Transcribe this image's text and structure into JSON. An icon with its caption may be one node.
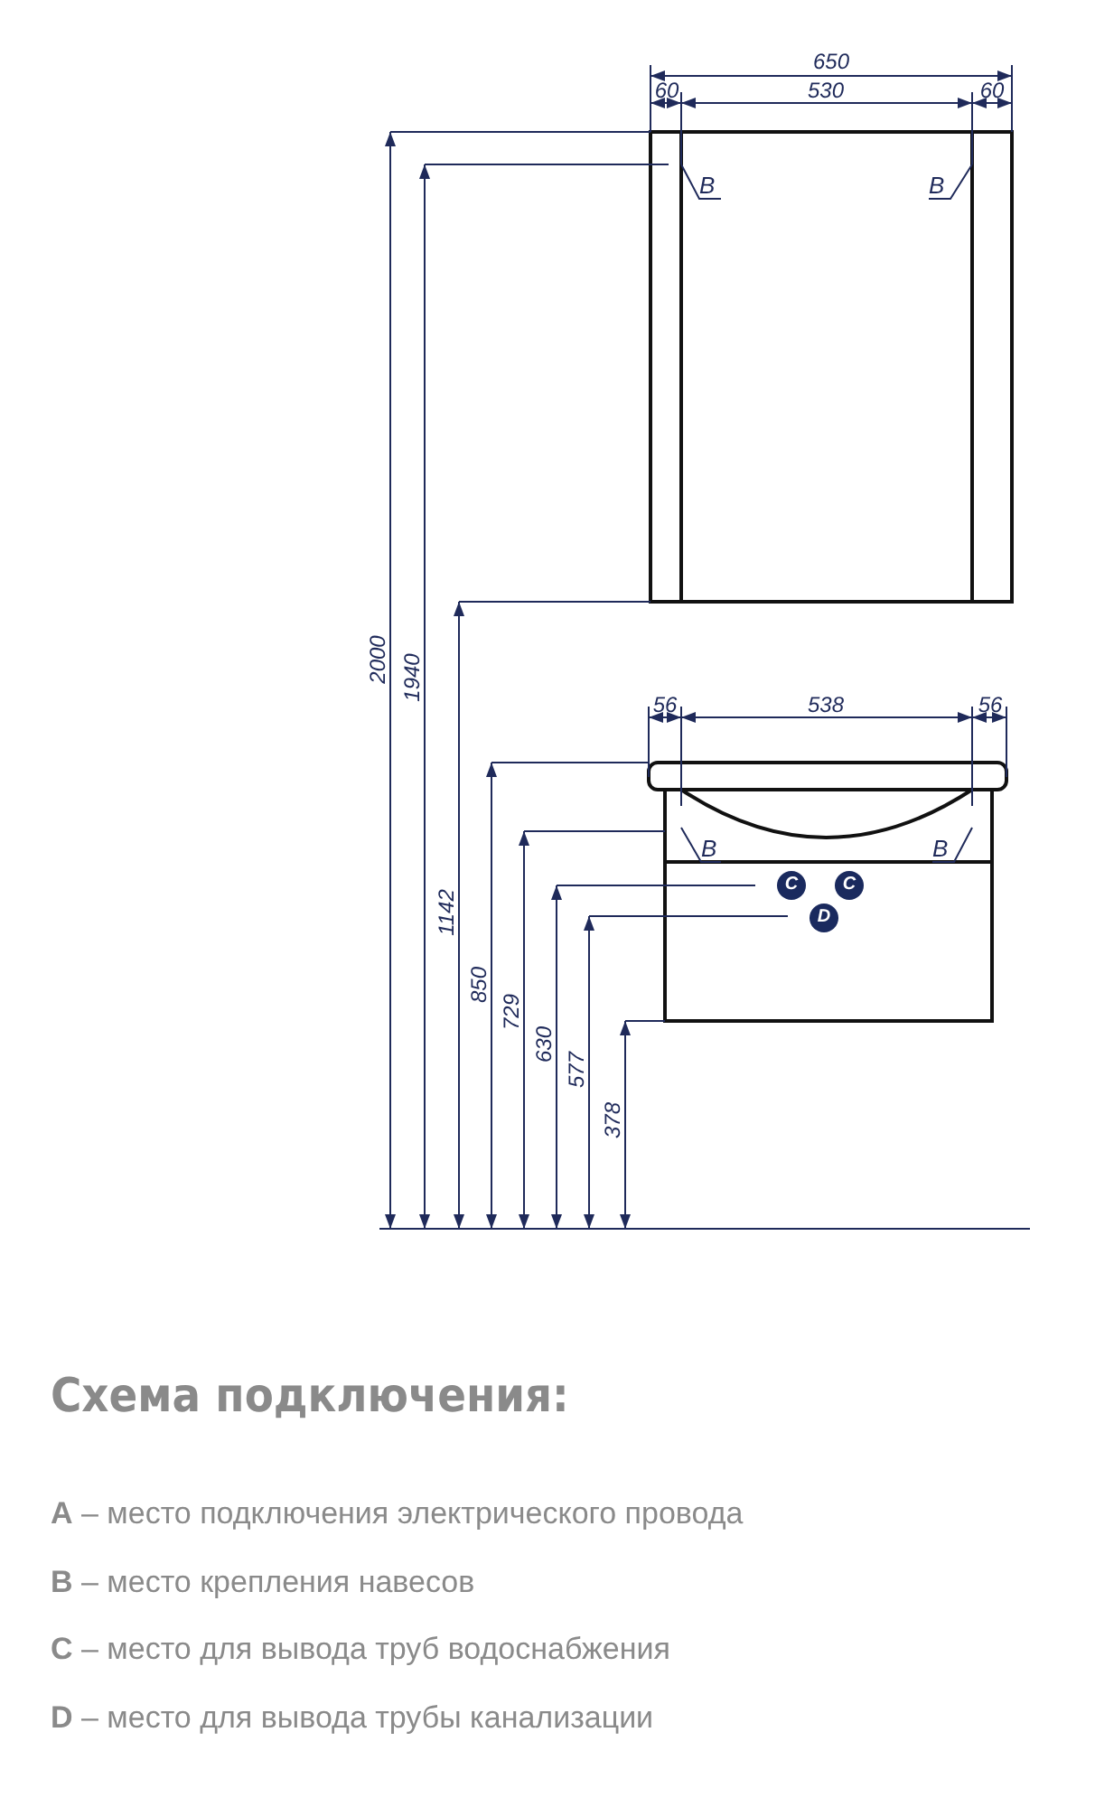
{
  "diagram": {
    "title": "Схема подключения:",
    "nodes": [
      {
        "text": [
          "B"
        ]
      },
      {
        "text": [
          "B"
        ]
      },
      {
        "text": [
          "B"
        ]
      },
      {
        "text": [
          "B"
        ]
      },
      {
        "text": [
          "C"
        ]
      },
      {
        "text": [
          "C"
        ]
      },
      {
        "text": [
          "D"
        ]
      }
    ],
    "edges": [
      {
        "from": 0,
        "to": null,
        "arrow": "none"
      },
      {
        "from": 1,
        "to": null,
        "arrow": "none"
      },
      {
        "from": 2,
        "to": null,
        "arrow": "none"
      },
      {
        "from": 3,
        "to": null,
        "arrow": "none"
      }
    ],
    "labels": [
      "650",
      "60",
      "530",
      "60",
      "56",
      "538",
      "56",
      "2000",
      "1940",
      "1142",
      "850",
      "729",
      "630",
      "577",
      "378",
      "**A** – место подключения электрического провода",
      "**B** – место крепления навесов",
      "**C** – место для вывода труб водоснабжения",
      "**D** – место для вывода трубы канализации"
    ]
  }
}
